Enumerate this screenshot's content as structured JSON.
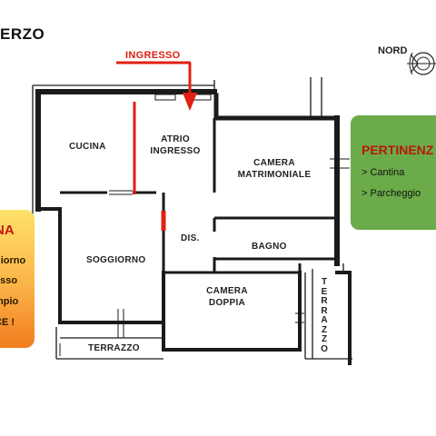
{
  "header": {
    "title_fragment": "ERZO"
  },
  "compass": {
    "label": "NORD",
    "icon": "compass-north-icon"
  },
  "entrance": {
    "label": "INGRESSO",
    "color": "#e02010"
  },
  "rooms": {
    "cucina": "CUCINA",
    "atrio_line1": "ATRIO",
    "atrio_line2": "INGRESSO",
    "camera_matrimoniale_line1": "CAMERA",
    "camera_matrimoniale_line2": "MATRIMONIALE",
    "soggiorno": "SOGGIORNO",
    "dis": "DIS.",
    "bagno": "BAGNO",
    "camera_doppia_line1": "CAMERA",
    "camera_doppia_line2": "DOPPIA",
    "terrazzo_bottom": "TERRAZZO",
    "terrazzo_side": [
      "T",
      "E",
      "R",
      "R",
      "A",
      "Z",
      "Z",
      "O"
    ]
  },
  "left_panel": {
    "heading": "NA",
    "items": [
      "giorno",
      "esso",
      "mpio",
      "CE !"
    ]
  },
  "right_panel": {
    "heading": "PERTINENZ",
    "items": [
      "> Cantina",
      "> Parcheggio"
    ]
  },
  "colors": {
    "wall": "#1a1a1a",
    "accent_red": "#e02010",
    "green_panel": "#6cab49",
    "orange_panel_top": "#fde26a",
    "orange_panel_bottom": "#f27c1f"
  }
}
